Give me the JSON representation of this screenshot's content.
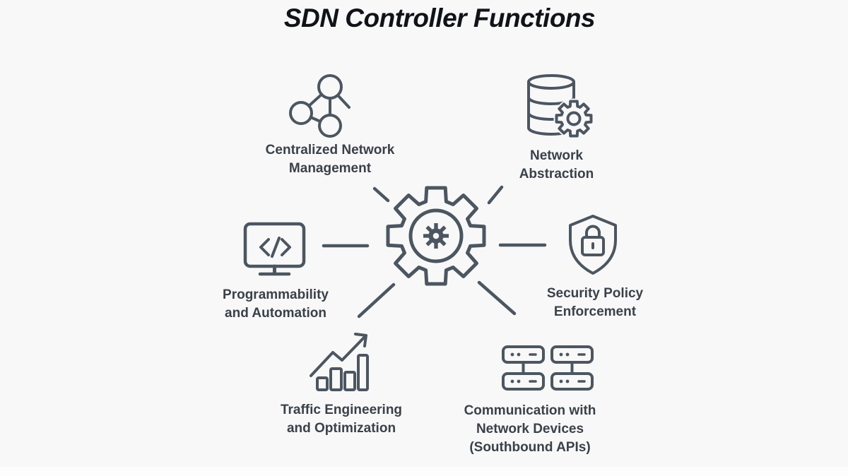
{
  "title": "SDN Controller Functions",
  "colors": {
    "background": "#f8f8f8",
    "stroke": "#4c5661",
    "text": "#3a4149",
    "title": "#101317"
  },
  "center": {
    "icon": "gear-icon"
  },
  "nodes": [
    {
      "id": "centralized-network-management",
      "icon": "network-nodes-icon",
      "lines": [
        "Centralized Network",
        "Management"
      ]
    },
    {
      "id": "network-abstraction",
      "icon": "database-gear-icon",
      "lines": [
        "Network",
        "Abstraction"
      ]
    },
    {
      "id": "programmability-and-automation",
      "icon": "code-monitor-icon",
      "lines": [
        "Programmability",
        "and Automation"
      ]
    },
    {
      "id": "security-policy-enforcement",
      "icon": "shield-lock-icon",
      "lines": [
        "Security Policy",
        "Enforcement"
      ]
    },
    {
      "id": "traffic-engineering-and-optimization",
      "icon": "growth-chart-icon",
      "lines": [
        "Traffic Engineering",
        "and Optimization"
      ]
    },
    {
      "id": "communication-with-network-devices",
      "icon": "network-servers-icon",
      "lines": [
        "Communication with",
        "Network Devices",
        "(Southbound APIs)"
      ]
    }
  ]
}
